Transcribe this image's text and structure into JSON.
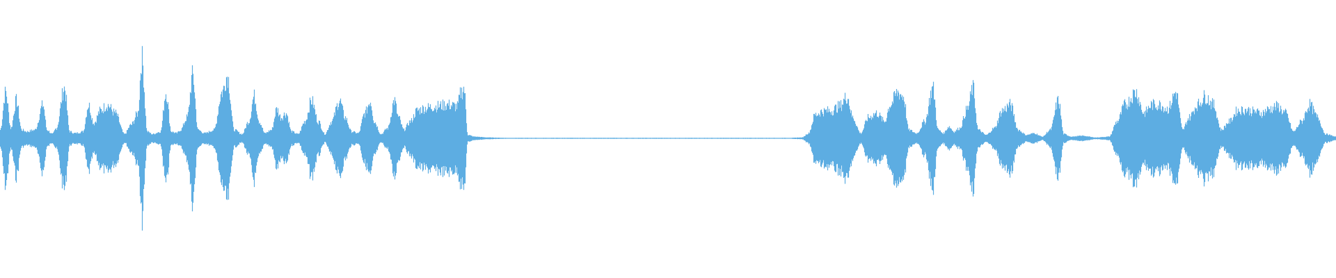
{
  "waveform": {
    "color": "#5DADE2",
    "background": "#FFFFFF",
    "duration_units": 100,
    "envelope": [
      [
        0.0,
        0.1
      ],
      [
        0.4,
        0.55
      ],
      [
        0.8,
        0.12
      ],
      [
        1.2,
        0.45
      ],
      [
        1.6,
        0.1
      ],
      [
        2.0,
        0.08
      ],
      [
        2.6,
        0.1
      ],
      [
        3.2,
        0.4
      ],
      [
        3.5,
        0.1
      ],
      [
        3.9,
        0.05
      ],
      [
        4.2,
        0.12
      ],
      [
        4.8,
        0.6
      ],
      [
        5.2,
        0.08
      ],
      [
        5.6,
        0.06
      ],
      [
        6.2,
        0.08
      ],
      [
        6.6,
        0.4
      ],
      [
        7.0,
        0.18
      ],
      [
        7.5,
        0.33
      ],
      [
        8.0,
        0.4
      ],
      [
        8.6,
        0.3
      ],
      [
        9.3,
        0.05
      ],
      [
        9.8,
        0.16
      ],
      [
        10.3,
        0.3
      ],
      [
        10.6,
        0.95
      ],
      [
        11.0,
        0.08
      ],
      [
        11.4,
        0.05
      ],
      [
        12.0,
        0.08
      ],
      [
        12.4,
        0.55
      ],
      [
        12.8,
        0.08
      ],
      [
        13.2,
        0.06
      ],
      [
        13.5,
        0.1
      ],
      [
        14.0,
        0.25
      ],
      [
        14.4,
        0.75
      ],
      [
        14.8,
        0.1
      ],
      [
        15.3,
        0.06
      ],
      [
        16.0,
        0.1
      ],
      [
        16.6,
        0.55
      ],
      [
        17.0,
        0.75
      ],
      [
        17.5,
        0.1
      ],
      [
        18.1,
        0.05
      ],
      [
        18.6,
        0.2
      ],
      [
        19.0,
        0.5
      ],
      [
        19.4,
        0.2
      ],
      [
        19.8,
        0.06
      ],
      [
        20.3,
        0.1
      ],
      [
        20.7,
        0.35
      ],
      [
        21.0,
        0.25
      ],
      [
        21.4,
        0.3
      ],
      [
        21.8,
        0.08
      ],
      [
        22.3,
        0.05
      ],
      [
        22.8,
        0.2
      ],
      [
        23.3,
        0.45
      ],
      [
        23.8,
        0.2
      ],
      [
        24.3,
        0.05
      ],
      [
        24.8,
        0.2
      ],
      [
        25.4,
        0.45
      ],
      [
        25.8,
        0.25
      ],
      [
        26.3,
        0.08
      ],
      [
        26.8,
        0.06
      ],
      [
        27.3,
        0.3
      ],
      [
        27.7,
        0.45
      ],
      [
        28.0,
        0.2
      ],
      [
        28.5,
        0.05
      ],
      [
        29.0,
        0.12
      ],
      [
        29.5,
        0.45
      ],
      [
        29.8,
        0.25
      ],
      [
        30.2,
        0.1
      ],
      [
        30.7,
        0.2
      ],
      [
        31.2,
        0.33
      ],
      [
        31.8,
        0.36
      ],
      [
        32.5,
        0.38
      ],
      [
        33.5,
        0.4
      ],
      [
        34.2,
        0.38
      ],
      [
        34.5,
        0.55
      ],
      [
        34.7,
        0.6
      ],
      [
        35.0,
        0.04
      ],
      [
        35.5,
        0.02
      ],
      [
        36.5,
        0.01
      ],
      [
        38.0,
        0.005
      ],
      [
        45.0,
        0.005
      ],
      [
        55.0,
        0.005
      ],
      [
        59.0,
        0.005
      ],
      [
        60.0,
        0.01
      ],
      [
        60.5,
        0.06
      ],
      [
        61.0,
        0.28
      ],
      [
        61.5,
        0.32
      ],
      [
        62.2,
        0.33
      ],
      [
        62.8,
        0.38
      ],
      [
        63.4,
        0.5
      ],
      [
        63.8,
        0.25
      ],
      [
        64.4,
        0.06
      ],
      [
        65.0,
        0.25
      ],
      [
        65.6,
        0.3
      ],
      [
        66.2,
        0.2
      ],
      [
        66.6,
        0.4
      ],
      [
        67.2,
        0.55
      ],
      [
        67.6,
        0.5
      ],
      [
        68.0,
        0.1
      ],
      [
        68.6,
        0.06
      ],
      [
        69.2,
        0.2
      ],
      [
        69.8,
        0.6
      ],
      [
        70.2,
        0.1
      ],
      [
        70.6,
        0.06
      ],
      [
        71.0,
        0.14
      ],
      [
        71.4,
        0.08
      ],
      [
        71.8,
        0.12
      ],
      [
        72.4,
        0.35
      ],
      [
        72.8,
        0.6
      ],
      [
        73.2,
        0.1
      ],
      [
        73.8,
        0.04
      ],
      [
        74.4,
        0.12
      ],
      [
        75.0,
        0.33
      ],
      [
        75.6,
        0.4
      ],
      [
        76.2,
        0.1
      ],
      [
        76.8,
        0.04
      ],
      [
        77.4,
        0.06
      ],
      [
        78.0,
        0.02
      ],
      [
        78.6,
        0.1
      ],
      [
        79.2,
        0.45
      ],
      [
        79.6,
        0.05
      ],
      [
        80.2,
        0.02
      ],
      [
        81.0,
        0.03
      ],
      [
        82.0,
        0.01
      ],
      [
        83.0,
        0.02
      ],
      [
        83.6,
        0.2
      ],
      [
        84.2,
        0.4
      ],
      [
        85.0,
        0.55
      ],
      [
        85.6,
        0.3
      ],
      [
        86.2,
        0.4
      ],
      [
        86.8,
        0.4
      ],
      [
        87.4,
        0.35
      ],
      [
        88.0,
        0.55
      ],
      [
        88.5,
        0.1
      ],
      [
        89.0,
        0.25
      ],
      [
        89.6,
        0.4
      ],
      [
        90.2,
        0.5
      ],
      [
        90.8,
        0.4
      ],
      [
        91.4,
        0.1
      ],
      [
        92.0,
        0.2
      ],
      [
        92.6,
        0.33
      ],
      [
        93.2,
        0.34
      ],
      [
        93.8,
        0.32
      ],
      [
        94.4,
        0.3
      ],
      [
        95.0,
        0.35
      ],
      [
        95.6,
        0.38
      ],
      [
        96.2,
        0.3
      ],
      [
        96.8,
        0.08
      ],
      [
        97.4,
        0.2
      ],
      [
        98.0,
        0.4
      ],
      [
        98.6,
        0.25
      ],
      [
        99.2,
        0.05
      ],
      [
        100.0,
        0.02
      ]
    ]
  }
}
